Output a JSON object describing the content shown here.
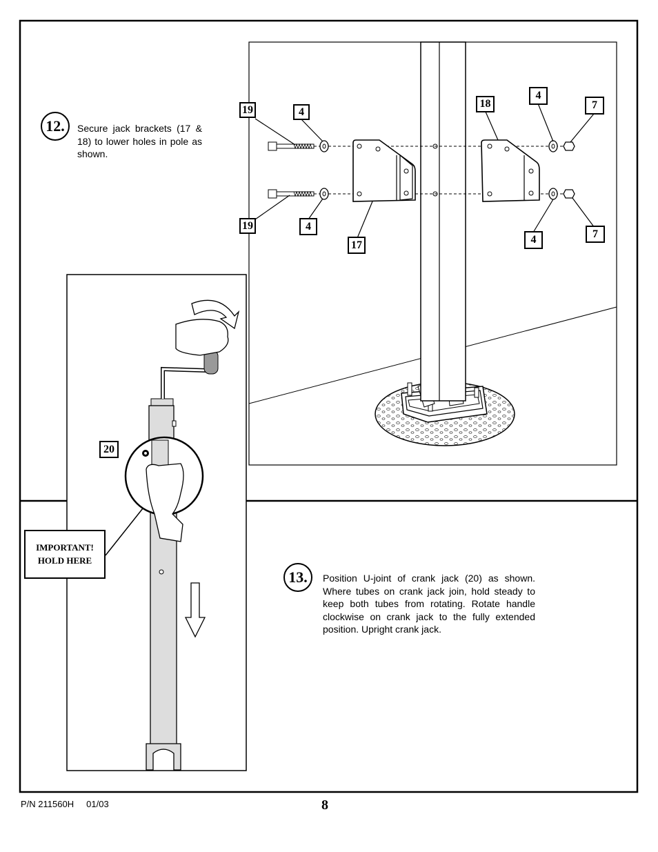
{
  "steps": [
    {
      "number": "12.",
      "text": "Secure jack brackets (17 & 18) to lower holes in pole as shown."
    },
    {
      "number": "13.",
      "text": "Position U-joint of crank jack (20) as shown. Where tubes on crank jack join, hold steady to keep both tubes from rotating. Rotate handle clockwise on crank jack to the fully extended position. Upright crank jack."
    }
  ],
  "callouts": {
    "bolt_top": "19",
    "bolt_bottom": "19",
    "washer_left_top": "4",
    "washer_left_bottom": "4",
    "bracket_left": "17",
    "bracket_right": "18",
    "washer_right_top": "4",
    "washer_right_bottom": "4",
    "nut_top": "7",
    "nut_bottom": "7",
    "crank_jack": "20"
  },
  "important": {
    "line1": "IMPORTANT!",
    "line2": "HOLD HERE"
  },
  "footer": {
    "part_number": "P/N 211560H",
    "date": "01/03",
    "page": "8"
  }
}
